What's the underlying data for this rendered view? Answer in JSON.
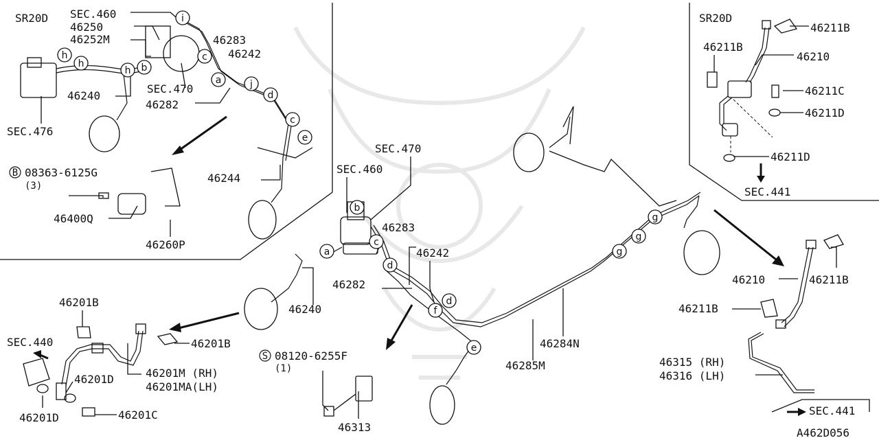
{
  "diagram": {
    "code": "A462D056",
    "inset_top_left": {
      "model": "SR20D",
      "labels": {
        "sec460": "SEC.460",
        "p46250": "46250",
        "p46252M": "46252M",
        "p46283": "46283",
        "p46242": "46242",
        "sec470": "SEC.470",
        "p46240": "46240",
        "p46282": "46282",
        "sec476": "SEC.476",
        "bolt": "08363-6125G",
        "bolt_qty": "(3)",
        "bolt_prefix": "B",
        "p46244": "46244",
        "p46400Q": "46400Q",
        "p46260P": "46260P"
      }
    },
    "inset_top_right": {
      "model": "SR20D",
      "labels": {
        "p46211B_a": "46211B",
        "p46211B_b": "46211B",
        "p46210": "46210",
        "p46211C": "46211C",
        "p46211D_a": "46211D",
        "p46211D_b": "46211D",
        "sec441": "SEC.441"
      }
    },
    "main": {
      "labels": {
        "sec470": "SEC.470",
        "sec460": "SEC.460",
        "p46283": "46283",
        "p46242": "46242",
        "p46282": "46282",
        "p46240": "46240",
        "p46284N": "46284N",
        "p46285M": "46285M",
        "screw": "08120-6255F",
        "screw_qty": "(1)",
        "screw_prefix": "S",
        "p46313": "46313"
      }
    },
    "bottom_left": {
      "labels": {
        "p46201B_a": "46201B",
        "p46201B_b": "46201B",
        "sec440": "SEC.440",
        "p46201D_a": "46201D",
        "p46201D_b": "46201D",
        "p46201M": "46201M (RH)",
        "p46201MA": "46201MA(LH)",
        "p46201C": "46201C"
      }
    },
    "right_side": {
      "labels": {
        "p46210": "46210",
        "p46211B_a": "46211B",
        "p46211B_b": "46211B",
        "p46315": "46315 (RH)",
        "p46316": "46316 (LH)",
        "sec441": "SEC.441"
      }
    },
    "callout_letters": {
      "a": "a",
      "b": "b",
      "c": "c",
      "d": "d",
      "e": "e",
      "f": "f",
      "g": "g",
      "h": "h",
      "i": "i",
      "j": "j"
    }
  }
}
